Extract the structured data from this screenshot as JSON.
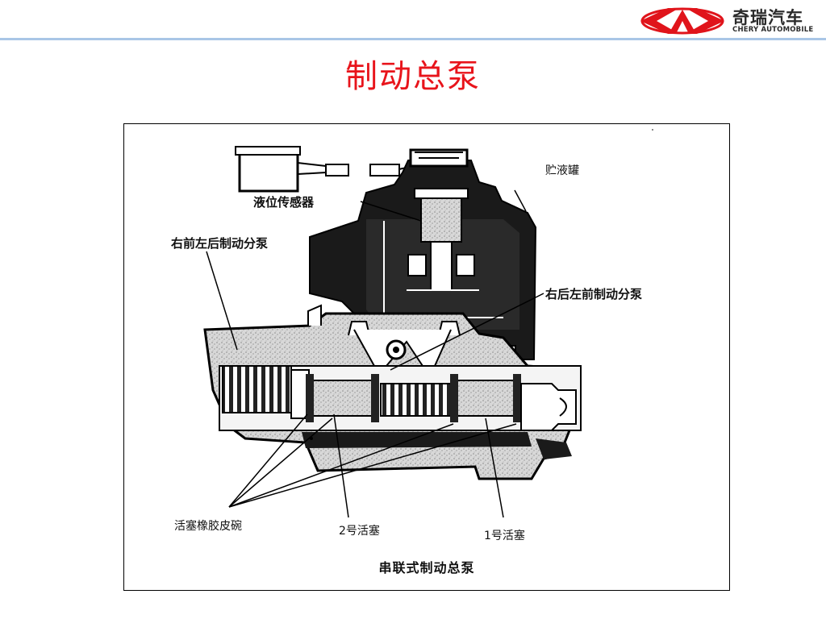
{
  "header": {
    "brand_cn": "奇瑞汽车",
    "brand_en": "CHERY AUTOMOBILE",
    "logo_color": "#e0141b"
  },
  "slide": {
    "title": "制动总泵",
    "title_color": "#e8141b"
  },
  "figure": {
    "labels": {
      "reservoir": "贮液罐",
      "level_sensor": "液位传感器",
      "rf_lr_cylinder": "右前左后制动分泵",
      "rr_lf_cylinder": "右后左前制动分泵",
      "piston_cups": "活塞橡胶皮碗",
      "piston_2": "2号活塞",
      "piston_1": "1号活塞"
    },
    "caption": "串联式制动总泵"
  }
}
